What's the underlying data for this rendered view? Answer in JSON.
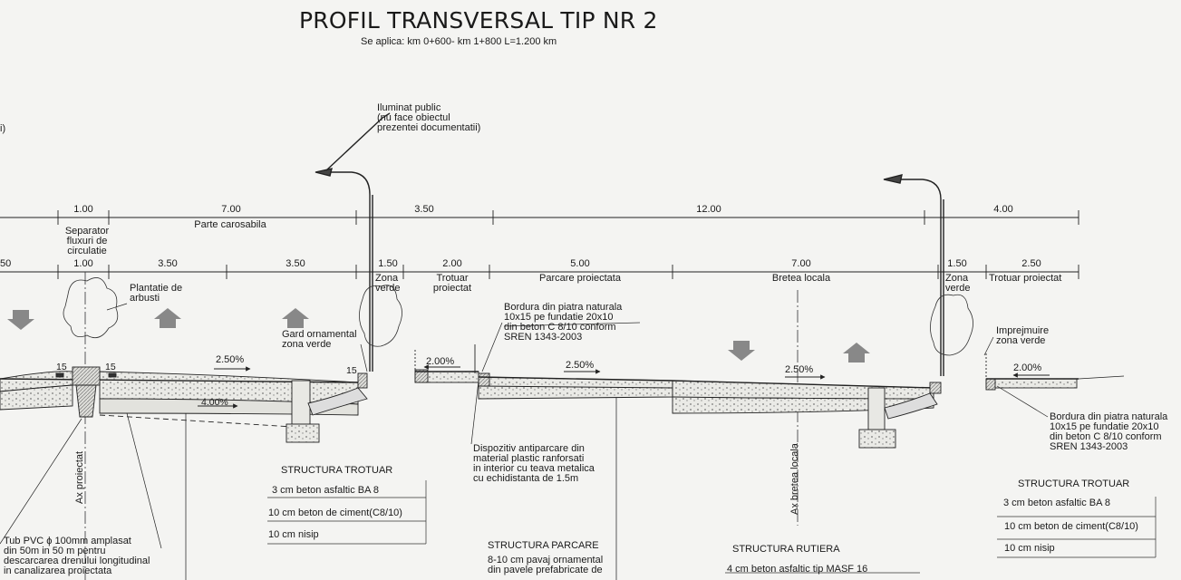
{
  "header": {
    "title": "PROFIL TRANSVERSAL TIP NR 2",
    "subtitle": "Se aplica: km 0+600- km 1+800  L=1.200 km"
  },
  "left_edge_mark": "i)",
  "iluminat": [
    "Iluminat public",
    "(nu face obiectul",
    "prezentei documentatii)"
  ],
  "dims_top": [
    "1.00",
    "7.00",
    "3.50",
    "12.00",
    "4.00"
  ],
  "parte_carosabila": "Parte carosabila",
  "separator": [
    "Separator",
    "fluxuri de",
    "circulatie"
  ],
  "dims_second": [
    "50",
    "1.00",
    "3.50",
    "3.50",
    "1.50",
    "2.00",
    "5.00",
    "7.00",
    "1.50",
    "2.50"
  ],
  "zone_labels": {
    "zona_verde_1": [
      "Zona",
      "verde"
    ],
    "trotuar_proiectat_1": [
      "Trotuar",
      "proiectat"
    ],
    "parcare_proiectata": "Parcare proiectata",
    "bretea_locala": "Bretea locala",
    "zona_verde_2": [
      "Zona",
      "verde"
    ],
    "trotuar_proiectat_2": "Trotuar proiectat"
  },
  "plantatie": [
    "Plantatie de",
    "arbusti"
  ],
  "gard": [
    "Gard ornamental",
    "zona verde"
  ],
  "bordura_1": [
    "Bordura din piatra naturala",
    "10x15 pe fundatie 20x10",
    "din beton C 8/10 conform",
    "SREN 1343-2003"
  ],
  "imprejmuire": [
    "Imprejmuire",
    "zona verde"
  ],
  "bordura_2": [
    "Bordura din piatra naturala",
    "10x15 pe fundatie 20x10",
    "din beton C 8/10 conform",
    "SREN 1343-2003"
  ],
  "slopes": [
    "2.50%",
    "4.00%",
    "2.00%",
    "2.50%",
    "2.50%",
    "2.00%"
  ],
  "curb_marks": [
    "15",
    "15",
    "15"
  ],
  "dispozitiv": [
    "Dispozitiv antiparcare din",
    "material plastic ranforsati",
    "in interior cu teava metalica",
    "cu echidistanta de 1.5m"
  ],
  "ax_proiectat": "Ax proiectat",
  "ax_bretea": "Ax bretea locala",
  "tub_pvc": [
    "Tub PVC ϕ 100mm amplasat",
    "din 50m in 50 m pentru",
    "descarcarea drenului longitudinal",
    "in canalizarea proiectata"
  ],
  "structura_trotuar_1": {
    "title": "STRUCTURA TROTUAR",
    "rows": [
      "3 cm beton asfaltic BA 8",
      "10 cm beton de ciment(C8/10)",
      "10 cm nisip"
    ]
  },
  "structura_parcare": {
    "title": "STRUCTURA PARCARE",
    "rows": [
      "8-10 cm pavaj ornamental",
      "din pavele prefabricate de"
    ]
  },
  "structura_rutiera": {
    "title": "STRUCTURA RUTIERA",
    "rows": [
      "4 cm beton asfaltic tip MASF 16"
    ]
  },
  "structura_trotuar_2": {
    "title": "STRUCTURA TROTUAR",
    "rows": [
      "3 cm beton asfaltic BA 8",
      "10 cm beton de ciment(C8/10)",
      "10 cm nisip"
    ]
  }
}
